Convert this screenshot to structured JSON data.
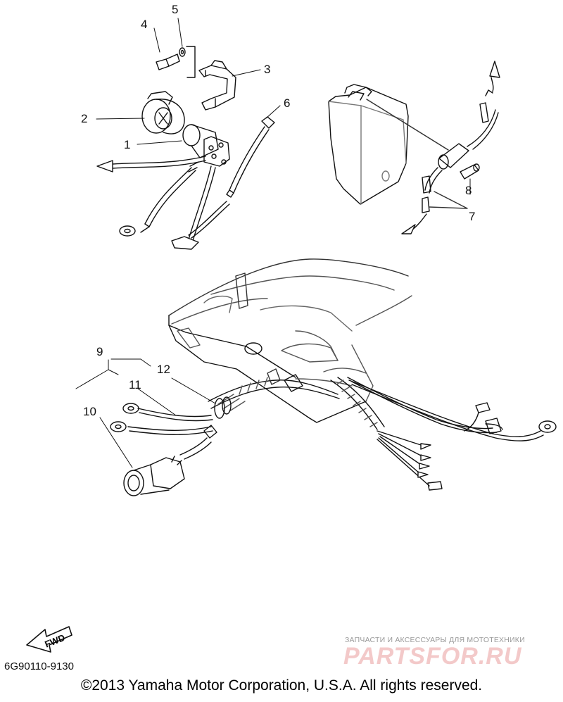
{
  "diagram": {
    "callouts": [
      {
        "id": "c1",
        "label": "1"
      },
      {
        "id": "c2",
        "label": "2"
      },
      {
        "id": "c3",
        "label": "3"
      },
      {
        "id": "c4",
        "label": "4"
      },
      {
        "id": "c5",
        "label": "5"
      },
      {
        "id": "c6",
        "label": "6"
      },
      {
        "id": "c7",
        "label": "7"
      },
      {
        "id": "c8",
        "label": "8"
      },
      {
        "id": "c9",
        "label": "9"
      },
      {
        "id": "c10",
        "label": "10"
      },
      {
        "id": "c11",
        "label": "11"
      },
      {
        "id": "c12",
        "label": "12"
      }
    ],
    "fwd_label": "FWD",
    "part_code": "6G90110-9130"
  },
  "footer": {
    "copyright": "©2013 Yamaha Motor Corporation, U.S.A. All rights reserved."
  },
  "watermark": {
    "tagline": "ЗАПЧАСТИ И АКСЕССУАРЫ ДЛЯ МОТОТЕХНИКИ",
    "logo": "PARTSFOR.RU",
    "color": "#f3c9c9"
  }
}
